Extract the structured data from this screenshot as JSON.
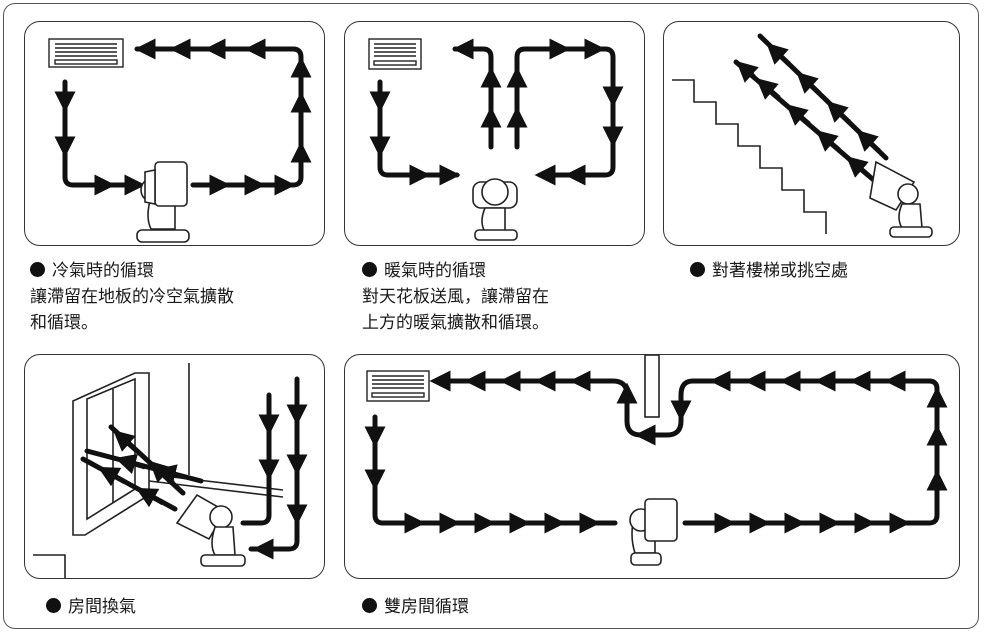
{
  "panels": [
    {
      "title": "冷氣時的循環",
      "lines": [
        "讓滯留在地板的冷空氣擴散",
        "和循環。"
      ]
    },
    {
      "title": "暖氣時的循環",
      "lines": [
        "對天花板送風，讓滯留在",
        "上方的暖氣擴散和循環。"
      ]
    },
    {
      "title": "對著樓梯或挑空處",
      "lines": []
    },
    {
      "title": "房間換氣",
      "lines": []
    },
    {
      "title": "雙房間循環",
      "lines": []
    }
  ]
}
